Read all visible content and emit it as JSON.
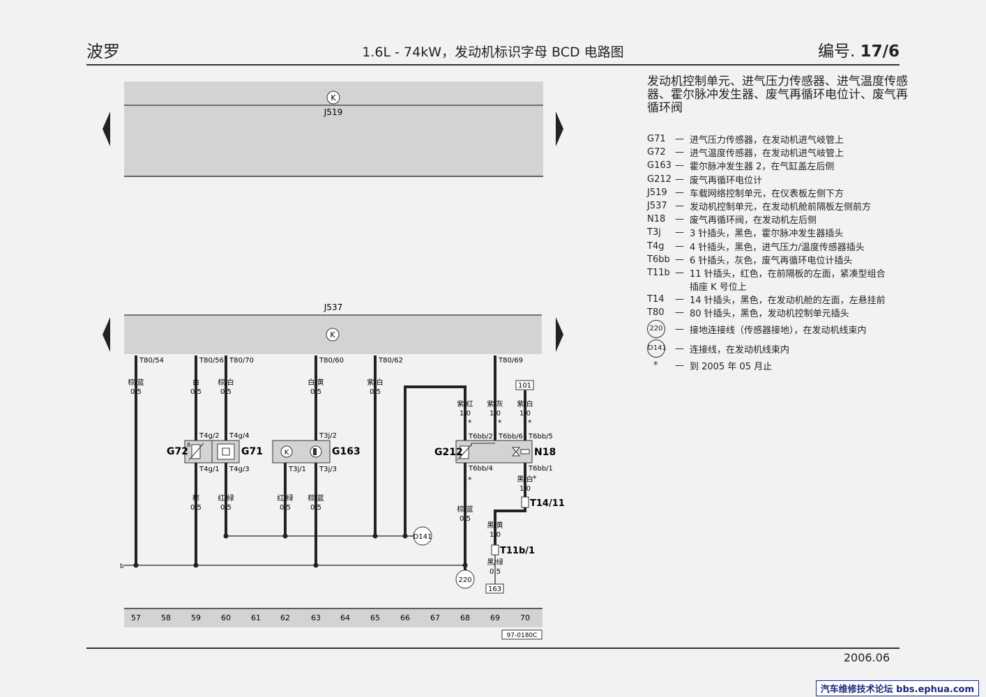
{
  "header": {
    "model": "波罗",
    "title": "1.6L - 74kW，发动机标识字母 BCD 电路图",
    "number_prefix": "编号. ",
    "number": "17/6"
  },
  "section_title": "发动机控制单元、进气压力传感器、进气温度传感器、霍尔脉冲发生器、废气再循环电位计、废气再循环阀",
  "legend": [
    {
      "code": "G71",
      "desc": "进气压力传感器，在发动机进气岐管上"
    },
    {
      "code": "G72",
      "desc": "进气温度传感器，在发动机进气岐管上"
    },
    {
      "code": "G163",
      "desc": "霍尔脉冲发生器 2，在气缸盖左后侧"
    },
    {
      "code": "G212",
      "desc": "废气再循环电位计"
    },
    {
      "code": "J519",
      "desc": "车载网络控制单元，在仪表板左侧下方"
    },
    {
      "code": "J537",
      "desc": "发动机控制单元，在发动机舱前隔板左侧前方"
    },
    {
      "code": "N18",
      "desc": "废气再循环阀，在发动机左后侧"
    },
    {
      "code": "T3j",
      "desc": "3 针插头，黑色，霍尔脉冲发生器插头"
    },
    {
      "code": "T4g",
      "desc": "4 针插头，黑色，进气压力/温度传感器插头"
    },
    {
      "code": "T6bb",
      "desc": "6 针插头，灰色，废气再循环电位计插头"
    },
    {
      "code": "T11b",
      "desc": "11 针插头，红色，在前隔板的左面，紧凑型组合",
      "desc2": "插座 K 号位上"
    },
    {
      "code": "T14",
      "desc": "14 针插头，黑色，在发动机舱的左面，左悬挂前"
    },
    {
      "code": "T80",
      "desc": "80 针插头，黑色，发动机控制单元插头"
    }
  ],
  "legend_circles": [
    {
      "code": "220",
      "desc": "接地连接线（传感器接地），在发动机线束内"
    },
    {
      "code": "D141",
      "desc": "连接线，在发动机线束内"
    }
  ],
  "legend_note": {
    "code": "*",
    "desc": "到 2005 年 05 月止"
  },
  "dash": "—",
  "diagram": {
    "j519": "J519",
    "j537": "J537",
    "pins": [
      "T80/54",
      "T80/56",
      "T80/70",
      "T80/60",
      "T80/62",
      "T80/69"
    ],
    "wires_top": [
      {
        "color": "棕/蓝",
        "size": "0.5"
      },
      {
        "color": "白",
        "size": "0.5"
      },
      {
        "color": "棕/白",
        "size": "0.5"
      },
      {
        "color": "白/黄",
        "size": "0.5"
      },
      {
        "color": "紫/白",
        "size": "0.5"
      }
    ],
    "wires_right": [
      {
        "color": "紫/红",
        "size": "1.0"
      },
      {
        "color": "紫/灰",
        "size": "1.0"
      },
      {
        "color": "紫/白",
        "size": "1.0"
      }
    ],
    "star": "*",
    "ref_101": "101",
    "ref_163": "163",
    "t4g": [
      "T4g/2",
      "T4g/4",
      "T4g/1",
      "T4g/3"
    ],
    "t3j": [
      "T3j/2",
      "T3j/1",
      "T3j/3"
    ],
    "t6bb": [
      "T6bb/2",
      "T6bb/6",
      "T6bb/5",
      "T6bb/4",
      "T6bb/1"
    ],
    "g72": "G72",
    "g71": "G71",
    "g163": "G163",
    "g212": "G212",
    "n18": "N18",
    "wires_bottom": [
      {
        "color": "棕",
        "size": "0.5"
      },
      {
        "color": "红/绿",
        "size": "0.5"
      },
      {
        "color": "红/绿",
        "size": "0.5"
      },
      {
        "color": "棕/蓝",
        "size": "0.5"
      },
      {
        "color": "棕/蓝",
        "size": "0.5"
      }
    ],
    "black_white": {
      "color": "黑/白",
      "size": "1.0"
    },
    "black_yellow": {
      "color": "黑/黄",
      "size": "1.0"
    },
    "black_green": {
      "color": "黑/绿",
      "size": "0.5"
    },
    "t14": "T14/11",
    "t11b": "T11b/1",
    "d141": "D141",
    "g220": "220",
    "b_label": "b",
    "tracks": [
      "57",
      "58",
      "59",
      "60",
      "61",
      "62",
      "63",
      "64",
      "65",
      "66",
      "67",
      "68",
      "69",
      "70"
    ],
    "diagram_code": "97-0180C"
  },
  "date": "2006.06",
  "watermark": "汽车维修技术论坛 bbs.ephua.com"
}
